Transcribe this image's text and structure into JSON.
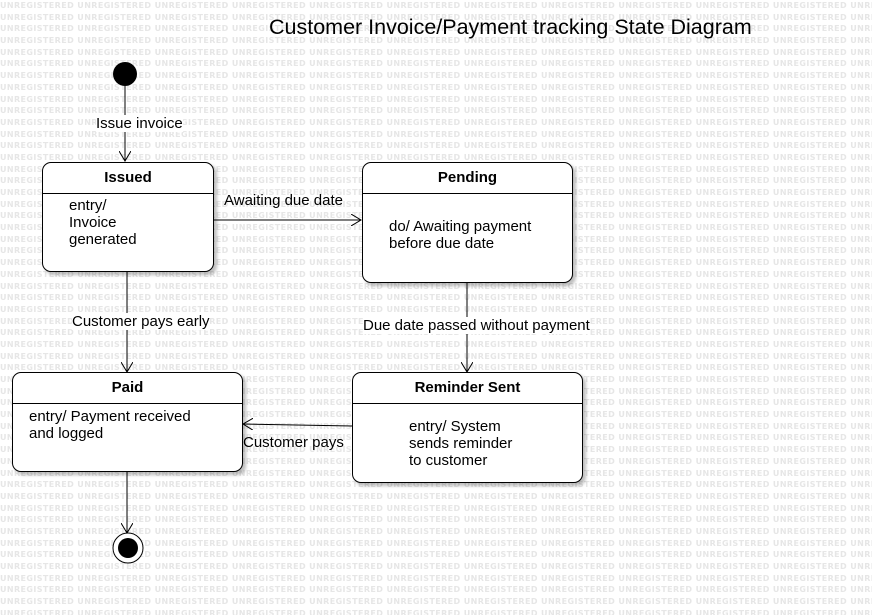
{
  "title": "Customer Invoice/Payment tracking State Diagram",
  "watermark": {
    "word": "UNREGISTERED"
  },
  "states": {
    "issued": {
      "name": "Issued",
      "body": "entry/\nInvoice\ngenerated"
    },
    "pending": {
      "name": "Pending",
      "body": "do/ Awaiting payment\nbefore due date"
    },
    "paid": {
      "name": "Paid",
      "body": "entry/ Payment received\nand logged"
    },
    "reminder": {
      "name": "Reminder Sent",
      "body": "entry/ System\nsends reminder\nto customer"
    }
  },
  "transitions": {
    "issue_invoice": "Issue invoice",
    "awaiting_due_date": "Awaiting due date",
    "customer_pays_early": "Customer pays early",
    "due_date_passed": "Due date passed without payment",
    "customer_pays": "Customer pays"
  },
  "colors": {
    "stroke": "#000000",
    "watermark": "#e6e6e6",
    "background": "#ffffff"
  }
}
